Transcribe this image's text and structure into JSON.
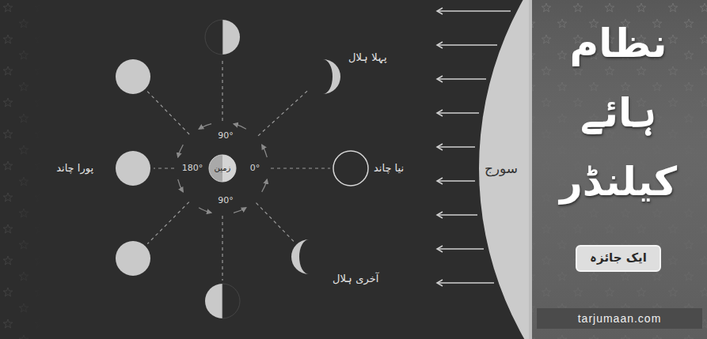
{
  "diagram": {
    "title": "نظام ہائے کیلنڈر",
    "nodes": [
      {
        "text": [
          "زمین"
        ]
      },
      {
        "text": [
          "نیا چاند"
        ]
      },
      {
        "text": [
          "پہلا ہلال"
        ]
      },
      {
        "text": [
          "پورا چاند"
        ]
      },
      {
        "text": [
          "آخری ہلال"
        ]
      },
      {
        "text": [
          "سورج"
        ]
      },
      {
        "text": [
          "ایک جائزہ"
        ]
      },
      {
        "text": [
          "tarjumaan.com"
        ]
      }
    ],
    "edges": [
      {
        "from": 0,
        "to": 1,
        "arrow": "none"
      },
      {
        "from": 0,
        "to": 2,
        "arrow": "none"
      },
      {
        "from": 0,
        "to": 3,
        "arrow": "none"
      },
      {
        "from": 0,
        "to": 4,
        "arrow": "none"
      }
    ],
    "labels": [
      "90°",
      "180°",
      "0°",
      "90°"
    ]
  }
}
